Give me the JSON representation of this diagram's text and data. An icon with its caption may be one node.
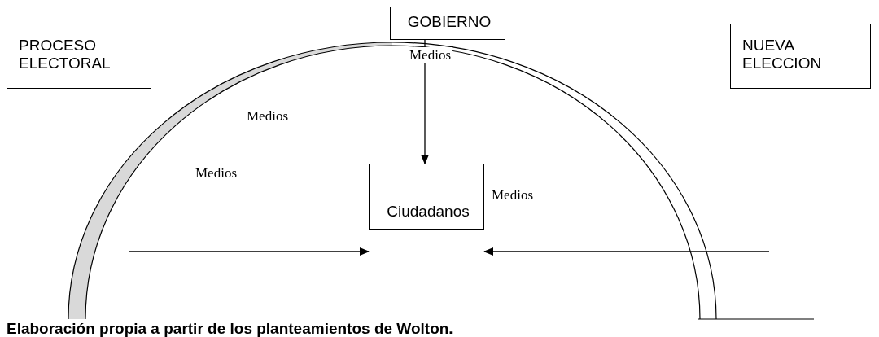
{
  "diagram": {
    "caption": "Elaboración propia a partir de los planteamientos de Wolton.",
    "nodes": [
      {
        "text": [
          "GOBIERNO"
        ]
      },
      {
        "text": [
          "PROCESO ELECTORAL"
        ]
      },
      {
        "text": [
          "NUEVA ELECCION"
        ]
      },
      {
        "text": [
          "Ciudadanos"
        ]
      }
    ],
    "edges": [
      {
        "from": 0,
        "to": 3,
        "arrow": "to",
        "label": "Medios"
      },
      {
        "from": null,
        "to": 3,
        "arrow": "to"
      },
      {
        "from": null,
        "to": 3,
        "arrow": "to"
      }
    ],
    "labels": [
      "Medios",
      "Medios",
      "Medios"
    ]
  }
}
